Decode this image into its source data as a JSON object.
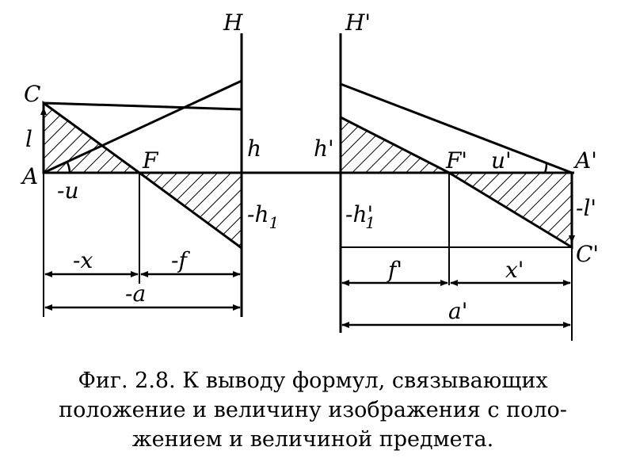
{
  "caption": {
    "line1": "Фиг. 2.8. К выводу формул, связывающих",
    "line2": "положение и величину изображения с поло-",
    "line3": "жением и величиной предмета."
  },
  "left": {
    "H": "H",
    "C": "C",
    "l": "l",
    "A": "A",
    "u": "-u",
    "F": "F",
    "h": "h",
    "h1": "-h",
    "h1_sub": "1",
    "x": "-x",
    "f": "-f",
    "a": "-a"
  },
  "right": {
    "H": "H'",
    "h": "h'",
    "F": "F'",
    "u": "u'",
    "A": "A'",
    "h1": "-h",
    "h1_prime": "'",
    "h1_sub": "1",
    "l": "-l'",
    "C": "C'",
    "f": "f'",
    "x": "x'",
    "a": "a'"
  }
}
